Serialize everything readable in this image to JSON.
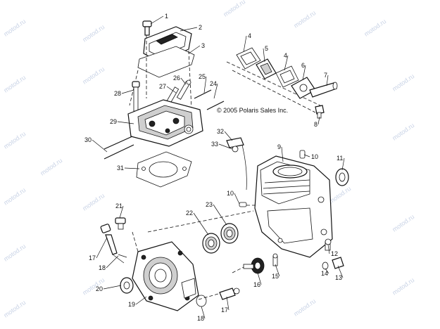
{
  "copyright": "© 2005 Polaris Sales Inc.",
  "watermark": "motod.ru",
  "callouts": [
    "1",
    "2",
    "3",
    "4",
    "5",
    "4",
    "6",
    "7",
    "8",
    "9",
    "10",
    "10",
    "11",
    "12",
    "13",
    "14",
    "15",
    "16",
    "17",
    "17",
    "18",
    "18",
    "19",
    "20",
    "21",
    "22",
    "23",
    "24",
    "25",
    "26",
    "27",
    "28",
    "29",
    "30",
    "31",
    "32",
    "33"
  ],
  "colors": {
    "line": "#111111",
    "watermark": "#c9d3e6",
    "background": "#ffffff"
  }
}
